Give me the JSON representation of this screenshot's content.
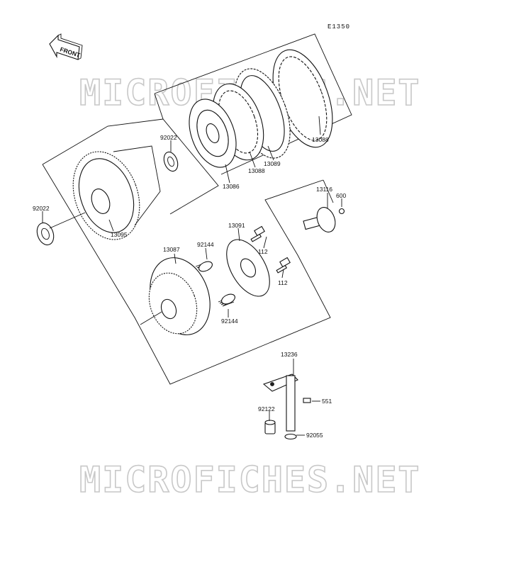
{
  "diagram": {
    "code": "E1350",
    "front_arrow_label": "FRONT",
    "watermark": "MICROFICHES.NET",
    "parts": [
      {
        "id": "13088a",
        "label": "13088"
      },
      {
        "id": "13089",
        "label": "13089"
      },
      {
        "id": "13088b",
        "label": "13088"
      },
      {
        "id": "13086",
        "label": "13086"
      },
      {
        "id": "92022a",
        "label": "92022"
      },
      {
        "id": "92022b",
        "label": "92022"
      },
      {
        "id": "13095",
        "label": "13095"
      },
      {
        "id": "13116",
        "label": "13116"
      },
      {
        "id": "600",
        "label": "600"
      },
      {
        "id": "13091",
        "label": "13091"
      },
      {
        "id": "112a",
        "label": "112"
      },
      {
        "id": "112b",
        "label": "112"
      },
      {
        "id": "13087",
        "label": "13087"
      },
      {
        "id": "92144a",
        "label": "92144"
      },
      {
        "id": "92144b",
        "label": "92144"
      },
      {
        "id": "13236",
        "label": "13236"
      },
      {
        "id": "551",
        "label": "551"
      },
      {
        "id": "92122",
        "label": "92122"
      },
      {
        "id": "92055",
        "label": "92055"
      }
    ]
  }
}
